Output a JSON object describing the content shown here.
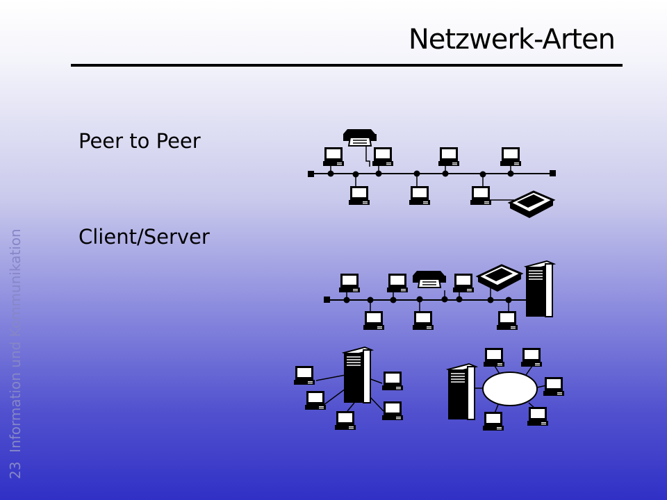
{
  "slide": {
    "title": "Netzwerk-Arten",
    "slide_number": "23",
    "side_caption": "Information und Kommunikation"
  },
  "sections": [
    {
      "label": "Peer to Peer"
    },
    {
      "label": "Client/Server"
    }
  ],
  "colors": {
    "ink": "#000000",
    "caption": "#8686c8",
    "gradient_bottom": "#3030c6"
  }
}
